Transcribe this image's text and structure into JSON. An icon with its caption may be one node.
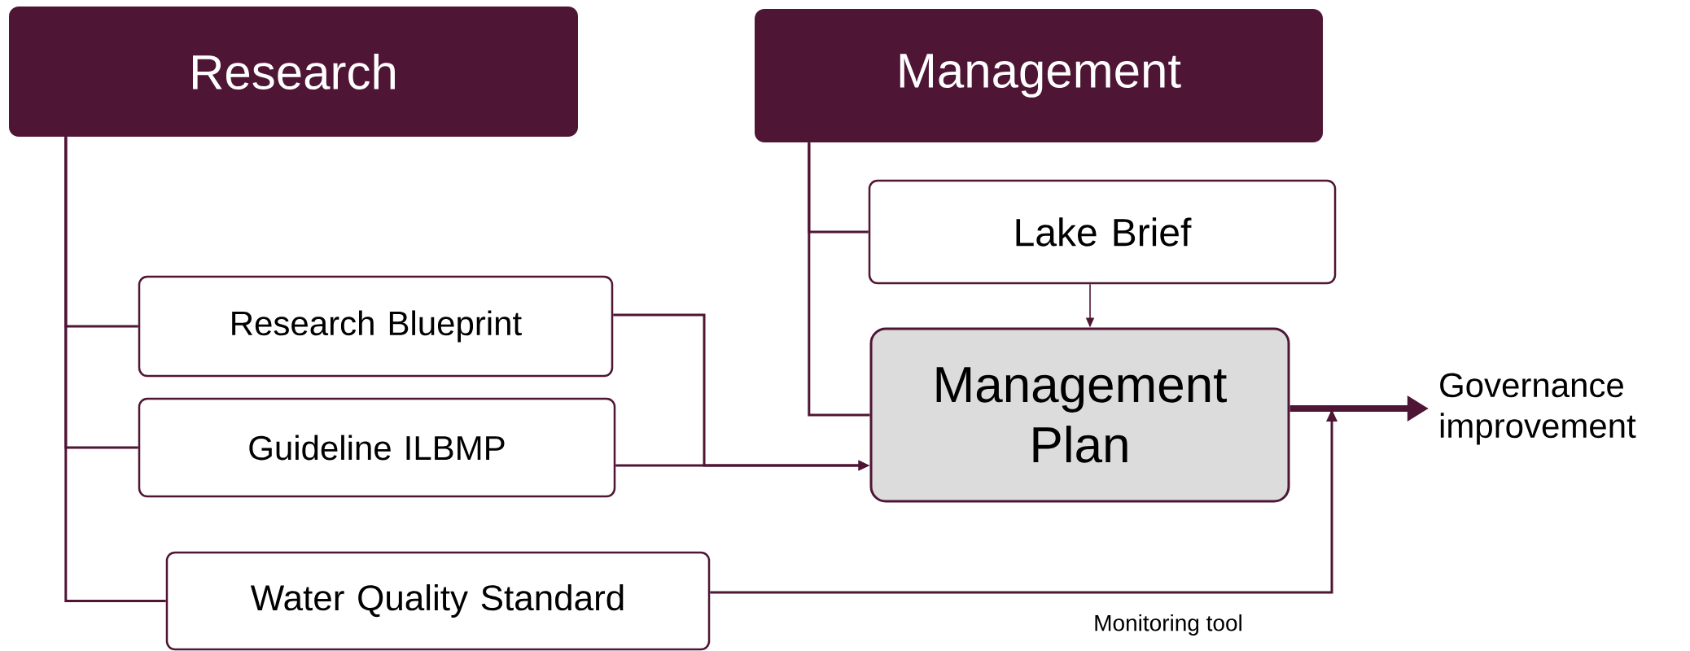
{
  "diagram": {
    "nodes": [
      {
        "text": [
          "Research"
        ]
      },
      {
        "text": [
          "Management"
        ]
      },
      {
        "text": [
          "Lake Brief"
        ]
      },
      {
        "text": [
          "Research Blueprint"
        ]
      },
      {
        "text": [
          "Guideline ILBMP"
        ]
      },
      {
        "text": [
          "Management Plan"
        ]
      },
      {
        "text": [
          "Water Quality Standard"
        ]
      },
      {
        "text": [
          "Governance improvement"
        ]
      }
    ],
    "edges": [
      {
        "from": 0,
        "to": 3,
        "arrow": "none"
      },
      {
        "from": 0,
        "to": 4,
        "arrow": "none"
      },
      {
        "from": 0,
        "to": 6,
        "arrow": "none"
      },
      {
        "from": 1,
        "to": 2,
        "arrow": "none"
      },
      {
        "from": 1,
        "to": 5,
        "arrow": "none"
      },
      {
        "from": 2,
        "to": 5,
        "arrow": "to"
      },
      {
        "from": 3,
        "to": 5,
        "arrow": "to"
      },
      {
        "from": 4,
        "to": 5,
        "arrow": "to"
      },
      {
        "from": 5,
        "to": 7,
        "arrow": "to",
        "style": "thick"
      },
      {
        "from": 6,
        "to": 7,
        "arrow": "to",
        "label": "Monitoring tool"
      }
    ]
  }
}
